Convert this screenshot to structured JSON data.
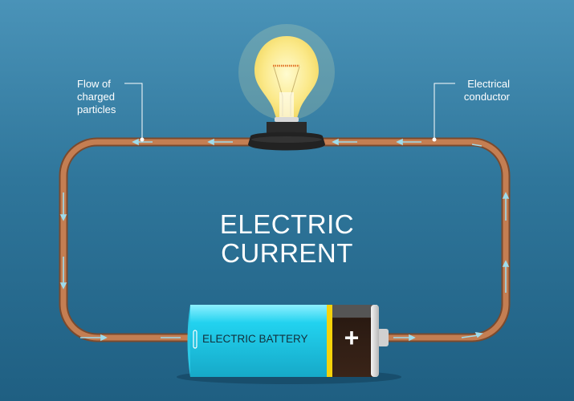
{
  "title": {
    "line1": "ELECTRIC",
    "line2": "CURRENT"
  },
  "labels": {
    "flow": [
      "Flow of",
      "charged",
      "particles"
    ],
    "conductor": [
      "Electrical",
      "conductor"
    ]
  },
  "battery": {
    "label": "ELECTRIC BATTERY",
    "terminal_symbol": "+"
  },
  "colors": {
    "wire": "#b5724a",
    "arrow": "#8fd3e6",
    "battery_body": "#26c9e8",
    "battery_cap": "#2a1a12",
    "stripe": "#f5d20a"
  }
}
